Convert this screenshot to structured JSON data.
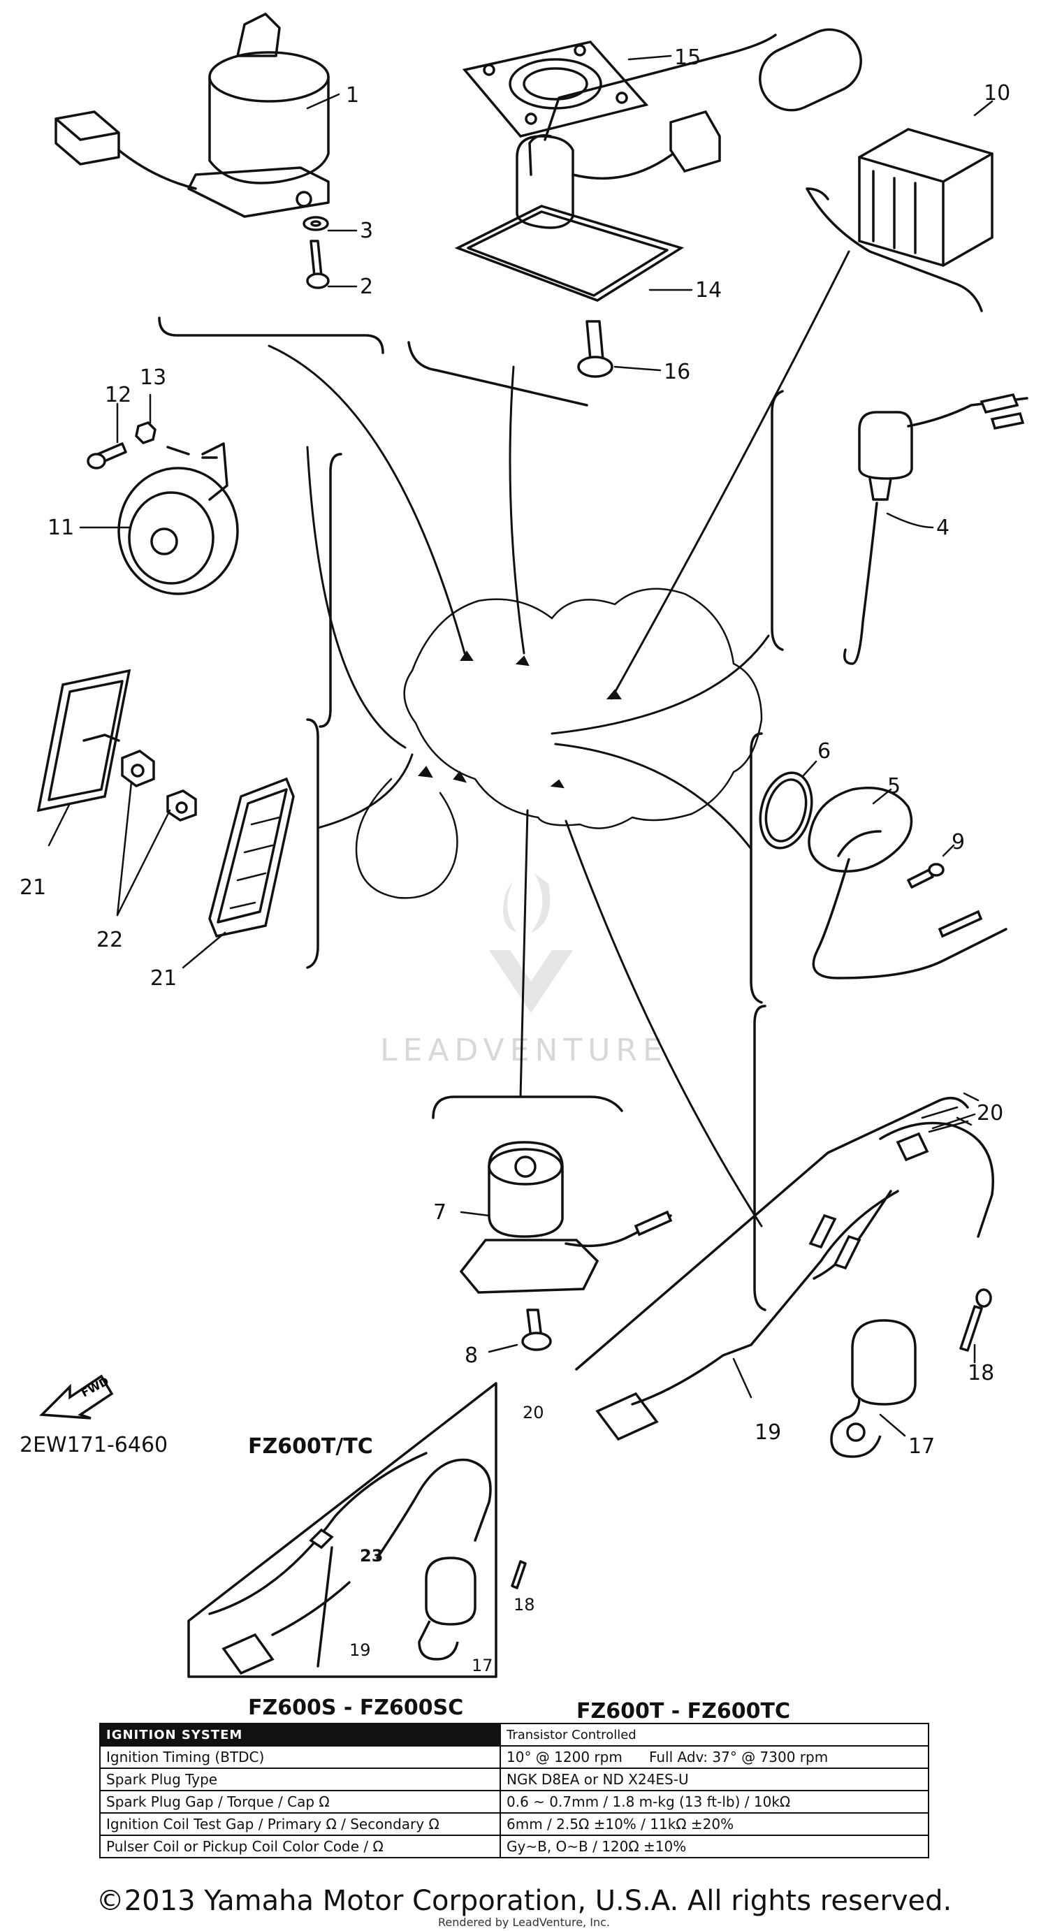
{
  "callouts": {
    "c1": "1",
    "c2": "2",
    "c3": "3",
    "c4": "4",
    "c5": "5",
    "c6": "6",
    "c7": "7",
    "c8": "8",
    "c9": "9",
    "c10": "10",
    "c11": "11",
    "c12": "12",
    "c13": "13",
    "c14": "14",
    "c15": "15",
    "c16": "16",
    "c17": "17",
    "c18": "18",
    "c19": "19",
    "c20": "20",
    "c21a": "21",
    "c21b": "21",
    "c22": "22",
    "inset_c17": "17",
    "inset_c18": "18",
    "inset_c19": "19",
    "inset_c20": "20",
    "inset_c23": "23"
  },
  "fwd_label": "FWD",
  "diagram_code": "2EW171-6460",
  "inset_title": "FZ600T/TC",
  "watermark": "LEADVENTURE",
  "models": {
    "left": "FZ600S - FZ600SC",
    "right": "FZ600T - FZ600TC"
  },
  "spec_table": {
    "header": [
      "IGNITION SYSTEM",
      "Transistor Controlled"
    ],
    "rows": [
      [
        "Ignition Timing (BTDC)",
        "10° @ 1200 rpm      Full Adv: 37° @ 7300 rpm"
      ],
      [
        "Spark Plug Type",
        "NGK D8EA or ND X24ES-U"
      ],
      [
        "Spark Plug Gap / Torque / Cap Ω",
        "0.6 ~ 0.7mm / 1.8 m-kg (13 ft-lb) / 10kΩ"
      ],
      [
        "Ignition Coil Test Gap / Primary Ω / Secondary Ω",
        "6mm / 2.5Ω ±10% / 11kΩ ±20%"
      ],
      [
        "Pulser Coil or Pickup Coil Color Code / Ω",
        "Gy~B, O~B / 120Ω ±10%"
      ]
    ]
  },
  "copyright": "©2013 Yamaha Motor Corporation, U.S.A. All rights reserved.",
  "rendered_by": "Rendered by LeadVenture, Inc."
}
